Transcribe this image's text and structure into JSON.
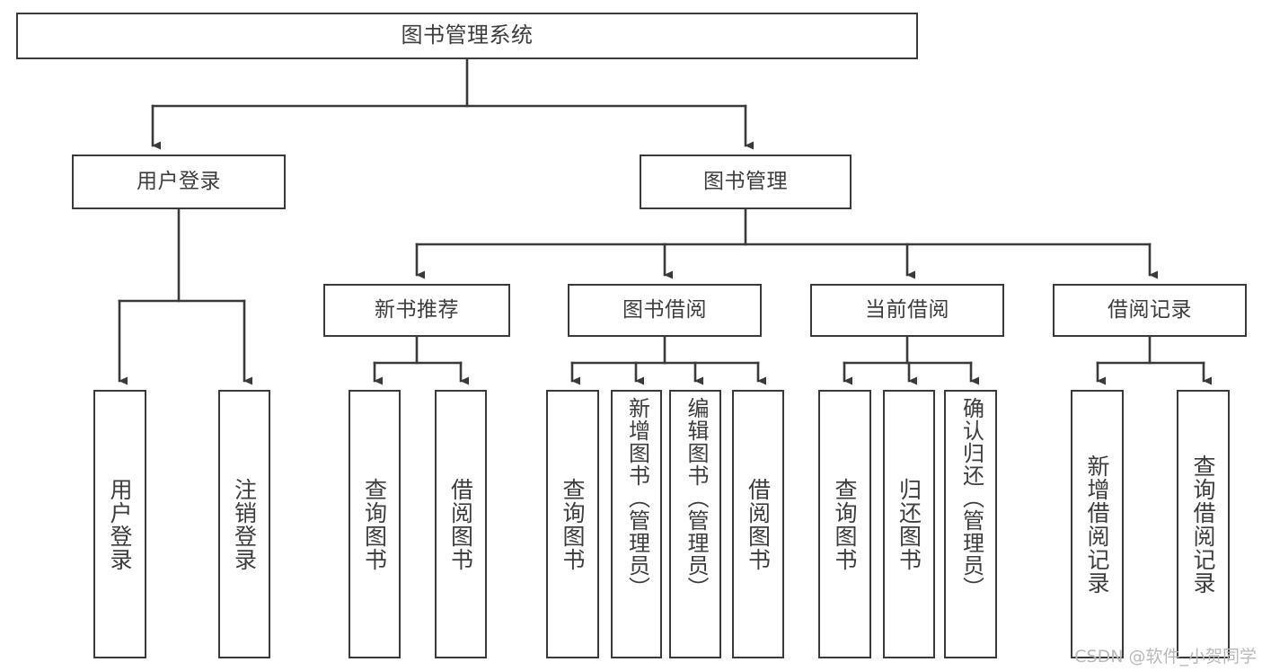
{
  "diagram": {
    "title": "图书管理系统",
    "watermark": "CSDN @软件_小贺同学",
    "stroke_color": "#3a3a3a",
    "text_color": "#3d3d3d",
    "background": "#ffffff"
  },
  "chart_data": {
    "type": "diagram",
    "subtype": "tree",
    "title": "图书管理系统",
    "orientation": "top-down",
    "nodes": [
      {
        "id": "root",
        "label": "图书管理系统",
        "level": 0
      },
      {
        "id": "login",
        "label": "用户登录",
        "level": 1
      },
      {
        "id": "bookmgmt",
        "label": "图书管理",
        "level": 1
      },
      {
        "id": "newbook",
        "label": "新书推荐",
        "level": 2
      },
      {
        "id": "borrow",
        "label": "图书借阅",
        "level": 2
      },
      {
        "id": "current",
        "label": "当前借阅",
        "level": 2
      },
      {
        "id": "records",
        "label": "借阅记录",
        "level": 2
      },
      {
        "id": "login-1",
        "label": "用户登录",
        "level": 3
      },
      {
        "id": "login-2",
        "label": "注销登录",
        "level": 3
      },
      {
        "id": "newbook-1",
        "label": "查询图书",
        "level": 3
      },
      {
        "id": "newbook-2",
        "label": "借阅图书",
        "level": 3
      },
      {
        "id": "borrow-1",
        "label": "查询图书",
        "level": 3
      },
      {
        "id": "borrow-2",
        "label": "新增图书（管理员）",
        "level": 3
      },
      {
        "id": "borrow-3",
        "label": "编辑图书（管理员）",
        "level": 3
      },
      {
        "id": "borrow-4",
        "label": "借阅图书",
        "level": 3
      },
      {
        "id": "current-1",
        "label": "查询图书",
        "level": 3
      },
      {
        "id": "current-2",
        "label": "归还图书",
        "level": 3
      },
      {
        "id": "current-3",
        "label": "确认归还（管理员）",
        "level": 3
      },
      {
        "id": "records-1",
        "label": "新增借阅记录",
        "level": 3
      },
      {
        "id": "records-2",
        "label": "查询借阅记录",
        "level": 3
      }
    ],
    "edges": [
      {
        "from": "root",
        "to": "login"
      },
      {
        "from": "root",
        "to": "bookmgmt"
      },
      {
        "from": "login",
        "to": "login-1"
      },
      {
        "from": "login",
        "to": "login-2"
      },
      {
        "from": "bookmgmt",
        "to": "newbook"
      },
      {
        "from": "bookmgmt",
        "to": "borrow"
      },
      {
        "from": "bookmgmt",
        "to": "current"
      },
      {
        "from": "bookmgmt",
        "to": "records"
      },
      {
        "from": "newbook",
        "to": "newbook-1"
      },
      {
        "from": "newbook",
        "to": "newbook-2"
      },
      {
        "from": "borrow",
        "to": "borrow-1"
      },
      {
        "from": "borrow",
        "to": "borrow-2"
      },
      {
        "from": "borrow",
        "to": "borrow-3"
      },
      {
        "from": "borrow",
        "to": "borrow-4"
      },
      {
        "from": "current",
        "to": "current-1"
      },
      {
        "from": "current",
        "to": "current-2"
      },
      {
        "from": "current",
        "to": "current-3"
      },
      {
        "from": "records",
        "to": "records-1"
      },
      {
        "from": "records",
        "to": "records-2"
      }
    ]
  }
}
